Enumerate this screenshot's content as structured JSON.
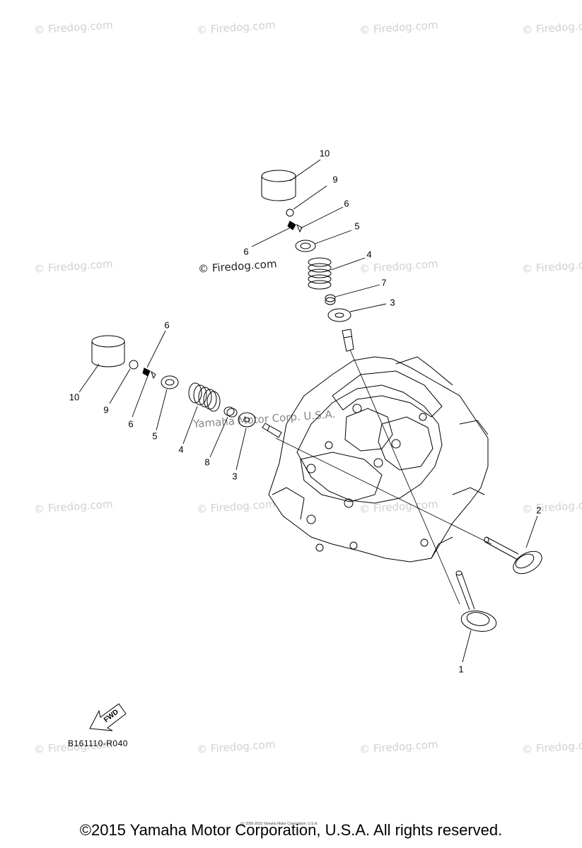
{
  "watermark": "© Firedog.com",
  "center_watermark": "Yamaha Motor Corp. U.S.A.",
  "diagram_code": "B161110-R040",
  "copyright": "©2015 Yamaha Motor Corporation, U.S.A. All rights reserved.",
  "tiny_copyright": "(c) 2005-2015 Yamaha Motor Corporation, U.S.A.",
  "fwd": "FWD",
  "callouts": {
    "c10_top": "10",
    "c9_top": "9",
    "c6_top_r": "6",
    "c6_top_l": "6",
    "c5_top": "5",
    "c4_top": "4",
    "c7": "7",
    "c3_top": "3",
    "c6_left": "6",
    "c10_left": "10",
    "c9_left": "9",
    "c6_left_b": "6",
    "c5_left": "5",
    "c4_left": "4",
    "c8": "8",
    "c3_left": "3",
    "c2": "2",
    "c1": "1"
  }
}
